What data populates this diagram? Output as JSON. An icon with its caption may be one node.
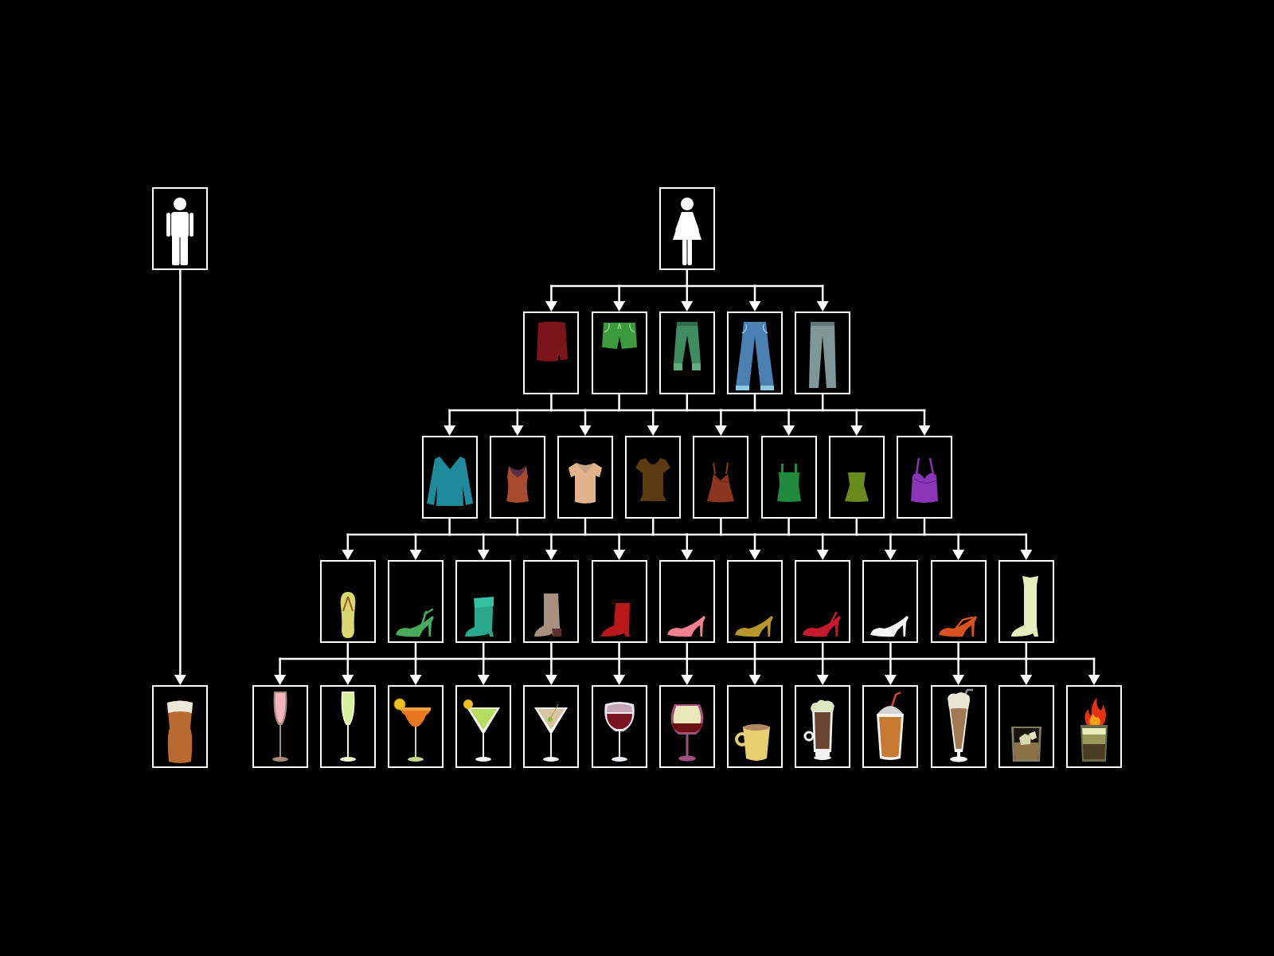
{
  "diagram": {
    "nodes": [
      {
        "text": [],
        "shape": "picture"
      },
      {
        "text": [],
        "shape": "picture"
      },
      {
        "text": [],
        "shape": "picture"
      },
      {
        "text": [],
        "shape": "picture"
      },
      {
        "text": [],
        "shape": "picture"
      },
      {
        "text": [],
        "shape": "picture"
      },
      {
        "text": [],
        "shape": "picture"
      },
      {
        "text": [],
        "shape": "picture"
      },
      {
        "text": [],
        "shape": "picture"
      },
      {
        "text": [],
        "shape": "picture"
      },
      {
        "text": [],
        "shape": "picture"
      },
      {
        "text": [],
        "shape": "picture"
      },
      {
        "text": [],
        "shape": "picture"
      },
      {
        "text": [],
        "shape": "picture"
      },
      {
        "text": [],
        "shape": "picture"
      },
      {
        "text": [],
        "shape": "picture"
      },
      {
        "text": [],
        "shape": "picture"
      },
      {
        "text": [],
        "shape": "picture"
      },
      {
        "text": [],
        "shape": "picture"
      },
      {
        "text": [],
        "shape": "picture"
      },
      {
        "text": [],
        "shape": "picture"
      },
      {
        "text": [],
        "shape": "picture"
      },
      {
        "text": [],
        "shape": "picture"
      },
      {
        "text": [],
        "shape": "picture"
      },
      {
        "text": [],
        "shape": "picture"
      },
      {
        "text": [],
        "shape": "picture"
      },
      {
        "text": [],
        "shape": "picture"
      },
      {
        "text": [],
        "shape": "picture"
      },
      {
        "text": [],
        "shape": "picture"
      },
      {
        "text": [],
        "shape": "picture"
      },
      {
        "text": [],
        "shape": "picture"
      },
      {
        "text": [],
        "shape": "picture"
      },
      {
        "text": [],
        "shape": "picture"
      },
      {
        "text": [],
        "shape": "picture"
      },
      {
        "text": [],
        "shape": "picture"
      },
      {
        "text": [],
        "shape": "picture"
      },
      {
        "text": [],
        "shape": "picture"
      },
      {
        "text": [],
        "shape": "picture"
      },
      {
        "text": [],
        "shape": "picture"
      },
      {
        "text": [],
        "shape": "picture"
      }
    ],
    "edges": [
      {
        "from": 0,
        "to": 26,
        "arrow": "to"
      },
      {
        "from": 1,
        "to": 2,
        "arrow": "to"
      },
      {
        "from": 1,
        "to": 3,
        "arrow": "to"
      },
      {
        "from": 1,
        "to": 4,
        "arrow": "to"
      },
      {
        "from": 1,
        "to": 5,
        "arrow": "to"
      },
      {
        "from": 1,
        "to": 6,
        "arrow": "to"
      },
      {
        "from": 2,
        "to": 7,
        "arrow": "to"
      },
      {
        "from": 2,
        "to": 8,
        "arrow": "to"
      },
      {
        "from": 2,
        "to": 9,
        "arrow": "to"
      },
      {
        "from": 2,
        "to": 10,
        "arrow": "to"
      },
      {
        "from": 2,
        "to": 11,
        "arrow": "to"
      },
      {
        "from": 2,
        "to": 12,
        "arrow": "to"
      },
      {
        "from": 2,
        "to": 13,
        "arrow": "to"
      },
      {
        "from": 2,
        "to": 14,
        "arrow": "to"
      },
      {
        "from": 3,
        "to": 7,
        "arrow": "to"
      },
      {
        "from": 3,
        "to": 8,
        "arrow": "to"
      },
      {
        "from": 3,
        "to": 9,
        "arrow": "to"
      },
      {
        "from": 3,
        "to": 10,
        "arrow": "to"
      },
      {
        "from": 3,
        "to": 11,
        "arrow": "to"
      },
      {
        "from": 3,
        "to": 12,
        "arrow": "to"
      },
      {
        "from": 3,
        "to": 13,
        "arrow": "to"
      },
      {
        "from": 3,
        "to": 14,
        "arrow": "to"
      },
      {
        "from": 4,
        "to": 7,
        "arrow": "to"
      },
      {
        "from": 4,
        "to": 8,
        "arrow": "to"
      },
      {
        "from": 4,
        "to": 9,
        "arrow": "to"
      },
      {
        "from": 4,
        "to": 10,
        "arrow": "to"
      },
      {
        "from": 4,
        "to": 11,
        "arrow": "to"
      },
      {
        "from": 4,
        "to": 12,
        "arrow": "to"
      },
      {
        "from": 4,
        "to": 13,
        "arrow": "to"
      },
      {
        "from": 4,
        "to": 14,
        "arrow": "to"
      },
      {
        "from": 5,
        "to": 7,
        "arrow": "to"
      },
      {
        "from": 5,
        "to": 8,
        "arrow": "to"
      },
      {
        "from": 5,
        "to": 9,
        "arrow": "to"
      },
      {
        "from": 5,
        "to": 10,
        "arrow": "to"
      },
      {
        "from": 5,
        "to": 11,
        "arrow": "to"
      },
      {
        "from": 5,
        "to": 12,
        "arrow": "to"
      },
      {
        "from": 5,
        "to": 13,
        "arrow": "to"
      },
      {
        "from": 5,
        "to": 14,
        "arrow": "to"
      },
      {
        "from": 6,
        "to": 7,
        "arrow": "to"
      },
      {
        "from": 6,
        "to": 8,
        "arrow": "to"
      },
      {
        "from": 6,
        "to": 9,
        "arrow": "to"
      },
      {
        "from": 6,
        "to": 10,
        "arrow": "to"
      },
      {
        "from": 6,
        "to": 11,
        "arrow": "to"
      },
      {
        "from": 6,
        "to": 12,
        "arrow": "to"
      },
      {
        "from": 6,
        "to": 13,
        "arrow": "to"
      },
      {
        "from": 6,
        "to": 14,
        "arrow": "to"
      },
      {
        "from": 7,
        "to": 15,
        "arrow": "to"
      },
      {
        "from": 7,
        "to": 16,
        "arrow": "to"
      },
      {
        "from": 7,
        "to": 17,
        "arrow": "to"
      },
      {
        "from": 7,
        "to": 18,
        "arrow": "to"
      },
      {
        "from": 7,
        "to": 19,
        "arrow": "to"
      },
      {
        "from": 7,
        "to": 20,
        "arrow": "to"
      },
      {
        "from": 7,
        "to": 21,
        "arrow": "to"
      },
      {
        "from": 7,
        "to": 22,
        "arrow": "to"
      },
      {
        "from": 7,
        "to": 23,
        "arrow": "to"
      },
      {
        "from": 7,
        "to": 24,
        "arrow": "to"
      },
      {
        "from": 7,
        "to": 25,
        "arrow": "to"
      },
      {
        "from": 8,
        "to": 15,
        "arrow": "to"
      },
      {
        "from": 8,
        "to": 16,
        "arrow": "to"
      },
      {
        "from": 8,
        "to": 17,
        "arrow": "to"
      },
      {
        "from": 8,
        "to": 18,
        "arrow": "to"
      },
      {
        "from": 8,
        "to": 19,
        "arrow": "to"
      },
      {
        "from": 8,
        "to": 20,
        "arrow": "to"
      },
      {
        "from": 8,
        "to": 21,
        "arrow": "to"
      },
      {
        "from": 8,
        "to": 22,
        "arrow": "to"
      },
      {
        "from": 8,
        "to": 23,
        "arrow": "to"
      },
      {
        "from": 8,
        "to": 24,
        "arrow": "to"
      },
      {
        "from": 8,
        "to": 25,
        "arrow": "to"
      },
      {
        "from": 9,
        "to": 15,
        "arrow": "to"
      },
      {
        "from": 9,
        "to": 16,
        "arrow": "to"
      },
      {
        "from": 9,
        "to": 17,
        "arrow": "to"
      },
      {
        "from": 9,
        "to": 18,
        "arrow": "to"
      },
      {
        "from": 9,
        "to": 19,
        "arrow": "to"
      },
      {
        "from": 9,
        "to": 20,
        "arrow": "to"
      },
      {
        "from": 9,
        "to": 21,
        "arrow": "to"
      },
      {
        "from": 9,
        "to": 22,
        "arrow": "to"
      },
      {
        "from": 9,
        "to": 23,
        "arrow": "to"
      },
      {
        "from": 9,
        "to": 24,
        "arrow": "to"
      },
      {
        "from": 9,
        "to": 25,
        "arrow": "to"
      },
      {
        "from": 10,
        "to": 15,
        "arrow": "to"
      },
      {
        "from": 10,
        "to": 16,
        "arrow": "to"
      },
      {
        "from": 10,
        "to": 17,
        "arrow": "to"
      },
      {
        "from": 10,
        "to": 18,
        "arrow": "to"
      },
      {
        "from": 10,
        "to": 19,
        "arrow": "to"
      },
      {
        "from": 10,
        "to": 20,
        "arrow": "to"
      },
      {
        "from": 10,
        "to": 21,
        "arrow": "to"
      },
      {
        "from": 10,
        "to": 22,
        "arrow": "to"
      },
      {
        "from": 10,
        "to": 23,
        "arrow": "to"
      },
      {
        "from": 10,
        "to": 24,
        "arrow": "to"
      },
      {
        "from": 10,
        "to": 25,
        "arrow": "to"
      },
      {
        "from": 11,
        "to": 15,
        "arrow": "to"
      },
      {
        "from": 11,
        "to": 16,
        "arrow": "to"
      },
      {
        "from": 11,
        "to": 17,
        "arrow": "to"
      },
      {
        "from": 11,
        "to": 18,
        "arrow": "to"
      },
      {
        "from": 11,
        "to": 19,
        "arrow": "to"
      },
      {
        "from": 11,
        "to": 20,
        "arrow": "to"
      },
      {
        "from": 11,
        "to": 21,
        "arrow": "to"
      },
      {
        "from": 11,
        "to": 22,
        "arrow": "to"
      },
      {
        "from": 11,
        "to": 23,
        "arrow": "to"
      },
      {
        "from": 11,
        "to": 24,
        "arrow": "to"
      },
      {
        "from": 11,
        "to": 25,
        "arrow": "to"
      },
      {
        "from": 12,
        "to": 15,
        "arrow": "to"
      },
      {
        "from": 12,
        "to": 16,
        "arrow": "to"
      },
      {
        "from": 12,
        "to": 17,
        "arrow": "to"
      },
      {
        "from": 12,
        "to": 18,
        "arrow": "to"
      },
      {
        "from": 12,
        "to": 19,
        "arrow": "to"
      },
      {
        "from": 12,
        "to": 20,
        "arrow": "to"
      },
      {
        "from": 12,
        "to": 21,
        "arrow": "to"
      },
      {
        "from": 12,
        "to": 22,
        "arrow": "to"
      },
      {
        "from": 12,
        "to": 23,
        "arrow": "to"
      },
      {
        "from": 12,
        "to": 24,
        "arrow": "to"
      },
      {
        "from": 12,
        "to": 25,
        "arrow": "to"
      },
      {
        "from": 13,
        "to": 15,
        "arrow": "to"
      },
      {
        "from": 13,
        "to": 16,
        "arrow": "to"
      },
      {
        "from": 13,
        "to": 17,
        "arrow": "to"
      },
      {
        "from": 13,
        "to": 18,
        "arrow": "to"
      },
      {
        "from": 13,
        "to": 19,
        "arrow": "to"
      },
      {
        "from": 13,
        "to": 20,
        "arrow": "to"
      },
      {
        "from": 13,
        "to": 21,
        "arrow": "to"
      },
      {
        "from": 13,
        "to": 22,
        "arrow": "to"
      },
      {
        "from": 13,
        "to": 23,
        "arrow": "to"
      },
      {
        "from": 13,
        "to": 24,
        "arrow": "to"
      },
      {
        "from": 13,
        "to": 25,
        "arrow": "to"
      },
      {
        "from": 14,
        "to": 15,
        "arrow": "to"
      },
      {
        "from": 14,
        "to": 16,
        "arrow": "to"
      },
      {
        "from": 14,
        "to": 17,
        "arrow": "to"
      },
      {
        "from": 14,
        "to": 18,
        "arrow": "to"
      },
      {
        "from": 14,
        "to": 19,
        "arrow": "to"
      },
      {
        "from": 14,
        "to": 20,
        "arrow": "to"
      },
      {
        "from": 14,
        "to": 21,
        "arrow": "to"
      },
      {
        "from": 14,
        "to": 22,
        "arrow": "to"
      },
      {
        "from": 14,
        "to": 23,
        "arrow": "to"
      },
      {
        "from": 14,
        "to": 24,
        "arrow": "to"
      },
      {
        "from": 14,
        "to": 25,
        "arrow": "to"
      },
      {
        "from": 15,
        "to": 27,
        "arrow": "to"
      },
      {
        "from": 15,
        "to": 28,
        "arrow": "to"
      },
      {
        "from": 15,
        "to": 29,
        "arrow": "to"
      },
      {
        "from": 15,
        "to": 30,
        "arrow": "to"
      },
      {
        "from": 15,
        "to": 31,
        "arrow": "to"
      },
      {
        "from": 15,
        "to": 32,
        "arrow": "to"
      },
      {
        "from": 15,
        "to": 33,
        "arrow": "to"
      },
      {
        "from": 15,
        "to": 34,
        "arrow": "to"
      },
      {
        "from": 15,
        "to": 35,
        "arrow": "to"
      },
      {
        "from": 15,
        "to": 36,
        "arrow": "to"
      },
      {
        "from": 15,
        "to": 37,
        "arrow": "to"
      },
      {
        "from": 15,
        "to": 38,
        "arrow": "to"
      },
      {
        "from": 15,
        "to": 39,
        "arrow": "to"
      },
      {
        "from": 16,
        "to": 27,
        "arrow": "to"
      },
      {
        "from": 16,
        "to": 28,
        "arrow": "to"
      },
      {
        "from": 16,
        "to": 29,
        "arrow": "to"
      },
      {
        "from": 16,
        "to": 30,
        "arrow": "to"
      },
      {
        "from": 16,
        "to": 31,
        "arrow": "to"
      },
      {
        "from": 16,
        "to": 32,
        "arrow": "to"
      },
      {
        "from": 16,
        "to": 33,
        "arrow": "to"
      },
      {
        "from": 16,
        "to": 34,
        "arrow": "to"
      },
      {
        "from": 16,
        "to": 35,
        "arrow": "to"
      },
      {
        "from": 16,
        "to": 36,
        "arrow": "to"
      },
      {
        "from": 16,
        "to": 37,
        "arrow": "to"
      },
      {
        "from": 16,
        "to": 38,
        "arrow": "to"
      },
      {
        "from": 16,
        "to": 39,
        "arrow": "to"
      },
      {
        "from": 17,
        "to": 27,
        "arrow": "to"
      },
      {
        "from": 17,
        "to": 28,
        "arrow": "to"
      },
      {
        "from": 17,
        "to": 29,
        "arrow": "to"
      },
      {
        "from": 17,
        "to": 30,
        "arrow": "to"
      },
      {
        "from": 17,
        "to": 31,
        "arrow": "to"
      },
      {
        "from": 17,
        "to": 32,
        "arrow": "to"
      },
      {
        "from": 17,
        "to": 33,
        "arrow": "to"
      },
      {
        "from": 17,
        "to": 34,
        "arrow": "to"
      },
      {
        "from": 17,
        "to": 35,
        "arrow": "to"
      },
      {
        "from": 17,
        "to": 36,
        "arrow": "to"
      },
      {
        "from": 17,
        "to": 37,
        "arrow": "to"
      },
      {
        "from": 17,
        "to": 38,
        "arrow": "to"
      },
      {
        "from": 17,
        "to": 39,
        "arrow": "to"
      },
      {
        "from": 18,
        "to": 27,
        "arrow": "to"
      },
      {
        "from": 18,
        "to": 28,
        "arrow": "to"
      },
      {
        "from": 18,
        "to": 29,
        "arrow": "to"
      },
      {
        "from": 18,
        "to": 30,
        "arrow": "to"
      },
      {
        "from": 18,
        "to": 31,
        "arrow": "to"
      },
      {
        "from": 18,
        "to": 32,
        "arrow": "to"
      },
      {
        "from": 18,
        "to": 33,
        "arrow": "to"
      },
      {
        "from": 18,
        "to": 34,
        "arrow": "to"
      },
      {
        "from": 18,
        "to": 35,
        "arrow": "to"
      },
      {
        "from": 18,
        "to": 36,
        "arrow": "to"
      },
      {
        "from": 18,
        "to": 37,
        "arrow": "to"
      },
      {
        "from": 18,
        "to": 38,
        "arrow": "to"
      },
      {
        "from": 18,
        "to": 39,
        "arrow": "to"
      },
      {
        "from": 19,
        "to": 27,
        "arrow": "to"
      },
      {
        "from": 19,
        "to": 28,
        "arrow": "to"
      },
      {
        "from": 19,
        "to": 29,
        "arrow": "to"
      },
      {
        "from": 19,
        "to": 30,
        "arrow": "to"
      },
      {
        "from": 19,
        "to": 31,
        "arrow": "to"
      },
      {
        "from": 19,
        "to": 32,
        "arrow": "to"
      },
      {
        "from": 19,
        "to": 33,
        "arrow": "to"
      },
      {
        "from": 19,
        "to": 34,
        "arrow": "to"
      },
      {
        "from": 19,
        "to": 35,
        "arrow": "to"
      },
      {
        "from": 19,
        "to": 36,
        "arrow": "to"
      },
      {
        "from": 19,
        "to": 37,
        "arrow": "to"
      },
      {
        "from": 19,
        "to": 38,
        "arrow": "to"
      },
      {
        "from": 19,
        "to": 39,
        "arrow": "to"
      },
      {
        "from": 20,
        "to": 27,
        "arrow": "to"
      },
      {
        "from": 20,
        "to": 28,
        "arrow": "to"
      },
      {
        "from": 20,
        "to": 29,
        "arrow": "to"
      },
      {
        "from": 20,
        "to": 30,
        "arrow": "to"
      },
      {
        "from": 20,
        "to": 31,
        "arrow": "to"
      },
      {
        "from": 20,
        "to": 32,
        "arrow": "to"
      },
      {
        "from": 20,
        "to": 33,
        "arrow": "to"
      },
      {
        "from": 20,
        "to": 34,
        "arrow": "to"
      },
      {
        "from": 20,
        "to": 35,
        "arrow": "to"
      },
      {
        "from": 20,
        "to": 36,
        "arrow": "to"
      },
      {
        "from": 20,
        "to": 37,
        "arrow": "to"
      },
      {
        "from": 20,
        "to": 38,
        "arrow": "to"
      },
      {
        "from": 20,
        "to": 39,
        "arrow": "to"
      },
      {
        "from": 21,
        "to": 27,
        "arrow": "to"
      },
      {
        "from": 21,
        "to": 28,
        "arrow": "to"
      },
      {
        "from": 21,
        "to": 29,
        "arrow": "to"
      },
      {
        "from": 21,
        "to": 30,
        "arrow": "to"
      },
      {
        "from": 21,
        "to": 31,
        "arrow": "to"
      },
      {
        "from": 21,
        "to": 32,
        "arrow": "to"
      },
      {
        "from": 21,
        "to": 33,
        "arrow": "to"
      },
      {
        "from": 21,
        "to": 34,
        "arrow": "to"
      },
      {
        "from": 21,
        "to": 35,
        "arrow": "to"
      },
      {
        "from": 21,
        "to": 36,
        "arrow": "to"
      },
      {
        "from": 21,
        "to": 37,
        "arrow": "to"
      },
      {
        "from": 21,
        "to": 38,
        "arrow": "to"
      },
      {
        "from": 21,
        "to": 39,
        "arrow": "to"
      },
      {
        "from": 22,
        "to": 27,
        "arrow": "to"
      },
      {
        "from": 22,
        "to": 28,
        "arrow": "to"
      },
      {
        "from": 22,
        "to": 29,
        "arrow": "to"
      },
      {
        "from": 22,
        "to": 30,
        "arrow": "to"
      },
      {
        "from": 22,
        "to": 31,
        "arrow": "to"
      },
      {
        "from": 22,
        "to": 32,
        "arrow": "to"
      },
      {
        "from": 22,
        "to": 33,
        "arrow": "to"
      },
      {
        "from": 22,
        "to": 34,
        "arrow": "to"
      },
      {
        "from": 22,
        "to": 35,
        "arrow": "to"
      },
      {
        "from": 22,
        "to": 36,
        "arrow": "to"
      },
      {
        "from": 22,
        "to": 37,
        "arrow": "to"
      },
      {
        "from": 22,
        "to": 38,
        "arrow": "to"
      },
      {
        "from": 22,
        "to": 39,
        "arrow": "to"
      },
      {
        "from": 23,
        "to": 27,
        "arrow": "to"
      },
      {
        "from": 23,
        "to": 28,
        "arrow": "to"
      },
      {
        "from": 23,
        "to": 29,
        "arrow": "to"
      },
      {
        "from": 23,
        "to": 30,
        "arrow": "to"
      },
      {
        "from": 23,
        "to": 31,
        "arrow": "to"
      },
      {
        "from": 23,
        "to": 32,
        "arrow": "to"
      },
      {
        "from": 23,
        "to": 33,
        "arrow": "to"
      },
      {
        "from": 23,
        "to": 34,
        "arrow": "to"
      },
      {
        "from": 23,
        "to": 35,
        "arrow": "to"
      },
      {
        "from": 23,
        "to": 36,
        "arrow": "to"
      },
      {
        "from": 23,
        "to": 37,
        "arrow": "to"
      },
      {
        "from": 23,
        "to": 38,
        "arrow": "to"
      },
      {
        "from": 23,
        "to": 39,
        "arrow": "to"
      },
      {
        "from": 24,
        "to": 27,
        "arrow": "to"
      },
      {
        "from": 24,
        "to": 28,
        "arrow": "to"
      },
      {
        "from": 24,
        "to": 29,
        "arrow": "to"
      },
      {
        "from": 24,
        "to": 30,
        "arrow": "to"
      },
      {
        "from": 24,
        "to": 31,
        "arrow": "to"
      },
      {
        "from": 24,
        "to": 32,
        "arrow": "to"
      },
      {
        "from": 24,
        "to": 33,
        "arrow": "to"
      },
      {
        "from": 24,
        "to": 34,
        "arrow": "to"
      },
      {
        "from": 24,
        "to": 35,
        "arrow": "to"
      },
      {
        "from": 24,
        "to": 36,
        "arrow": "to"
      },
      {
        "from": 24,
        "to": 37,
        "arrow": "to"
      },
      {
        "from": 24,
        "to": 38,
        "arrow": "to"
      },
      {
        "from": 24,
        "to": 39,
        "arrow": "to"
      },
      {
        "from": 25,
        "to": 27,
        "arrow": "to"
      },
      {
        "from": 25,
        "to": 28,
        "arrow": "to"
      },
      {
        "from": 25,
        "to": 29,
        "arrow": "to"
      },
      {
        "from": 25,
        "to": 30,
        "arrow": "to"
      },
      {
        "from": 25,
        "to": 31,
        "arrow": "to"
      },
      {
        "from": 25,
        "to": 32,
        "arrow": "to"
      },
      {
        "from": 25,
        "to": 33,
        "arrow": "to"
      },
      {
        "from": 25,
        "to": 34,
        "arrow": "to"
      },
      {
        "from": 25,
        "to": 35,
        "arrow": "to"
      },
      {
        "from": 25,
        "to": 36,
        "arrow": "to"
      },
      {
        "from": 25,
        "to": 37,
        "arrow": "to"
      },
      {
        "from": 25,
        "to": 38,
        "arrow": "to"
      },
      {
        "from": 25,
        "to": 39,
        "arrow": "to"
      }
    ]
  }
}
